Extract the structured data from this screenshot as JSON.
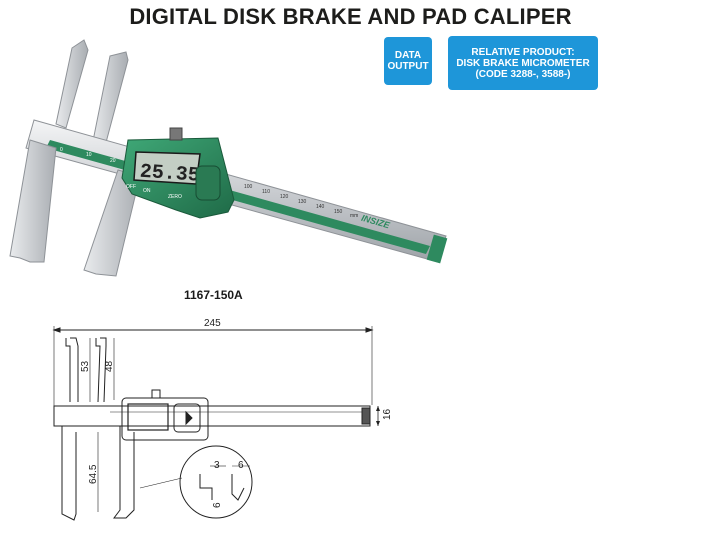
{
  "title": "DIGITAL DISK BRAKE AND PAD CALIPER",
  "badges": {
    "data_output": [
      "DATA",
      "OUTPUT"
    ],
    "relative_product": [
      "RELATIVE PRODUCT:",
      "DISK BRAKE MICROMETER",
      "(CODE 3288-, 3588-)"
    ]
  },
  "model": "1167-150A",
  "caliper": {
    "display_reading": "25.35",
    "brand": "INSIZE",
    "scale_labels": [
      "0",
      "10",
      "20",
      "100",
      "110",
      "120",
      "130",
      "140",
      "150",
      "mm"
    ],
    "button_labels": [
      "OFF",
      "ON",
      "ZERO"
    ]
  },
  "dimensions": {
    "overall_length": "245",
    "jaw_upper_left": "53",
    "jaw_upper_right": "48",
    "jaw_lower": "64.5",
    "beam_width": "16",
    "tip_3": "3",
    "tip_6": "6",
    "tip_6_vertical": "6"
  },
  "colors": {
    "badge": "#1e96d9",
    "caliper_body": "#2e8a5f",
    "lcd": "#c3cec4"
  }
}
